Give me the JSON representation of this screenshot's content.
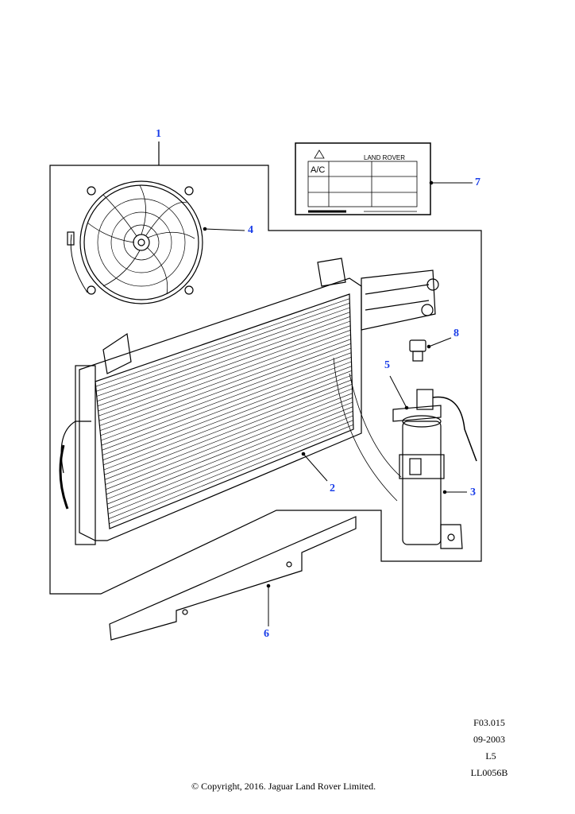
{
  "callouts": {
    "c1": "1",
    "c2": "2",
    "c3": "3",
    "c4": "4",
    "c5": "5",
    "c6": "6",
    "c7": "7",
    "c8": "8"
  },
  "label_plate": {
    "brand": "LAND ROVER",
    "system": "A/C",
    "icon": "warning-triangle-icon"
  },
  "meta": {
    "figure": "F03.015",
    "date": "09-2003",
    "level": "L5",
    "illustration": "LL0056B"
  },
  "copyright": "© Copyright, 2016. Jaguar Land Rover Limited.",
  "colors": {
    "callout": "#1a3ee8",
    "line": "#000000"
  }
}
